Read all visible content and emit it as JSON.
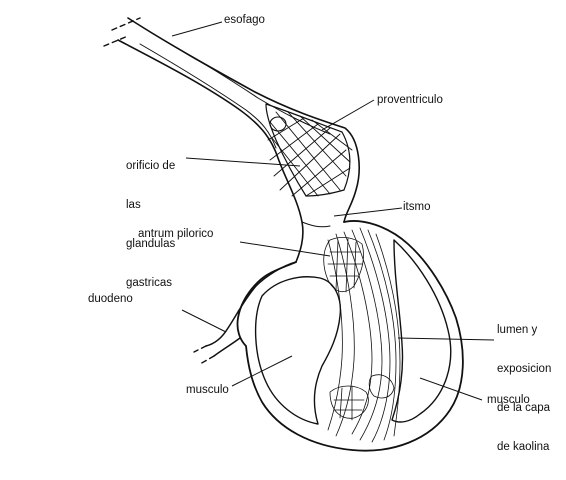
{
  "labels": {
    "esofago": "esofago",
    "proventriculo": "proventriculo",
    "orificio_line1": "orificio de",
    "orificio_line2": "las",
    "orificio_line3": "glandulas",
    "orificio_line4": "gastricas",
    "itsmo": "itsmo",
    "antrum": "antrum pilorico",
    "duodeno": "duodeno",
    "lumen_line1": "lumen y",
    "lumen_line2": "exposicion",
    "lumen_line3": "de la capa",
    "lumen_line4": "de kaolina",
    "musculo_left": "musculo",
    "musculo_right": "musculo"
  }
}
